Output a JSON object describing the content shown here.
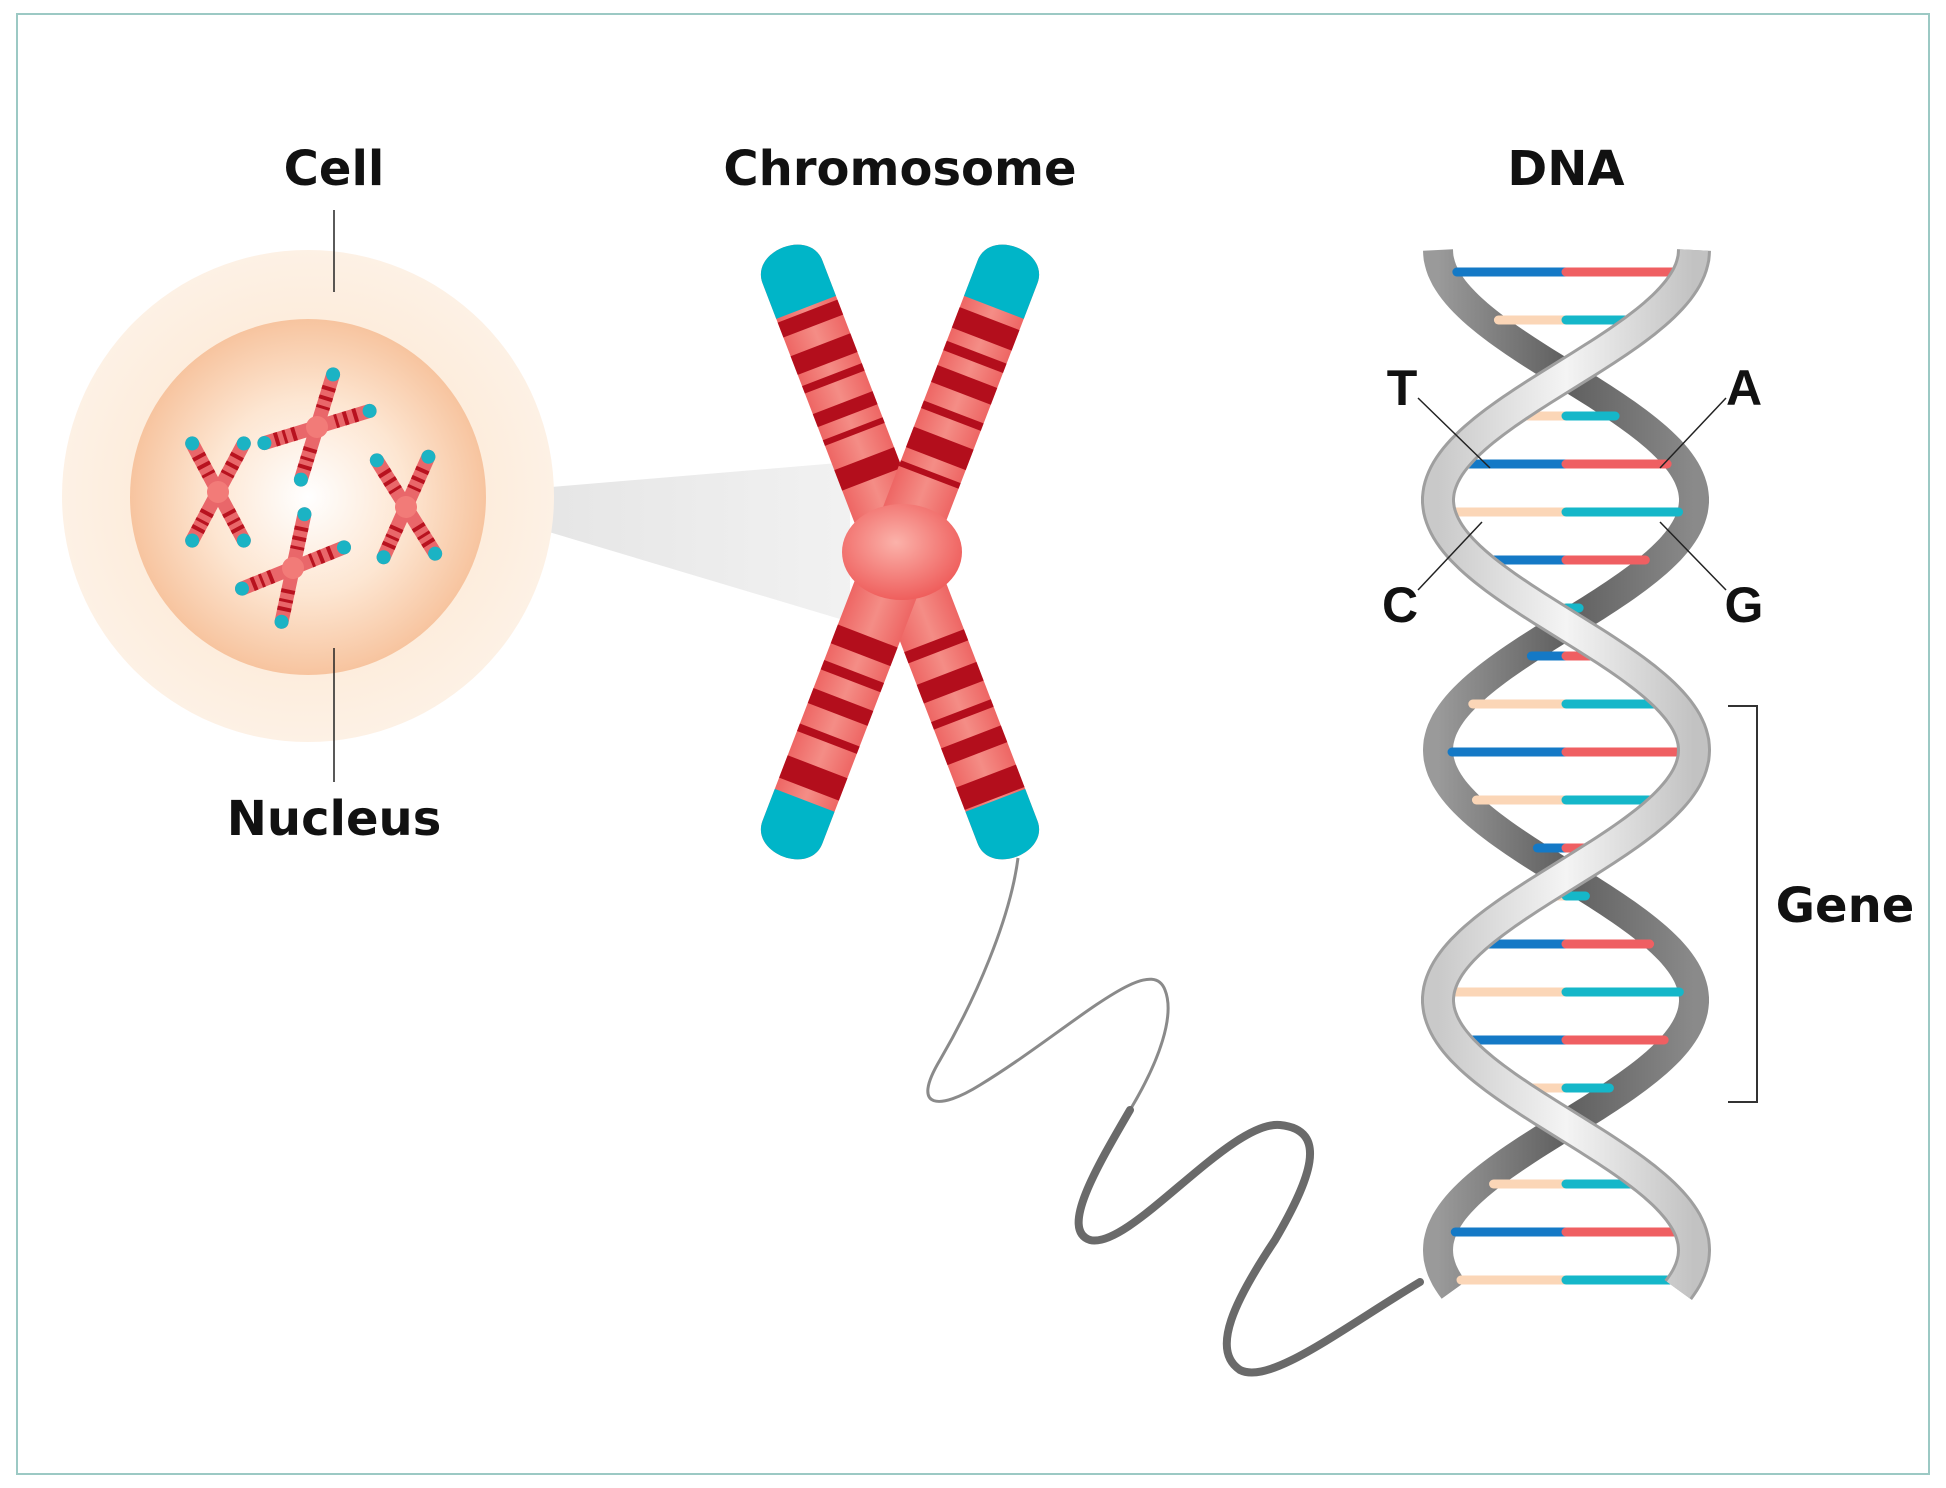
{
  "labels": {
    "cell": "Cell",
    "chromosome": "Chromosome",
    "dna": "DNA",
    "nucleus": "Nucleus",
    "gene": "Gene"
  },
  "bases": {
    "t": "T",
    "a": "A",
    "c": "C",
    "g": "G"
  },
  "colors": {
    "frame": "#9cc9c4",
    "chromosome_body": "#ef6f6c",
    "chromosome_band": "#b30e1c",
    "telomere": "#00b5c8",
    "centromere": "#f2625f",
    "cell_outer": "#fde3cc",
    "cell_inner": "#f9c9a3",
    "base_blue": "#1479c6",
    "base_red": "#ef5f62",
    "base_peach": "#fbd6b7",
    "base_teal": "#15b7c9",
    "backbone_dark": "#707070",
    "backbone_light": "#d6d6d6"
  }
}
